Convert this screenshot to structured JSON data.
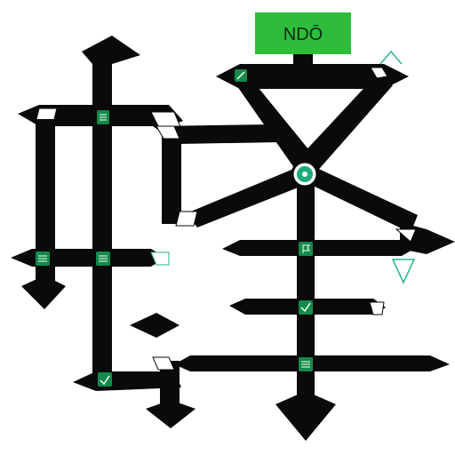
{
  "colors": {
    "background": "#ffffff",
    "line": "#0a0a0a",
    "node_fill": "#2ebd3b",
    "chip_fill": "#138a4a",
    "hub_fill": "#1faa7a",
    "accent": "#2ab38a"
  },
  "title_node": {
    "label": "NDŌ",
    "icon": "node-box"
  },
  "hub": {
    "icon": "hub-icon"
  },
  "chips": [
    {
      "name": "chip-top",
      "icon": "leaf-icon"
    },
    {
      "name": "chip-left-upper",
      "icon": "list-icon"
    },
    {
      "name": "chip-left-mid-1",
      "icon": "list-icon"
    },
    {
      "name": "chip-left-mid-2",
      "icon": "list-icon"
    },
    {
      "name": "chip-bottom-left",
      "icon": "check-icon"
    },
    {
      "name": "chip-right-1",
      "icon": "flag-icon"
    },
    {
      "name": "chip-right-2",
      "icon": "check-icon"
    },
    {
      "name": "chip-right-3",
      "icon": "list-icon"
    }
  ],
  "markers": [
    {
      "name": "chevron-marker",
      "icon": "chevron-icon"
    },
    {
      "name": "triangle-marker",
      "icon": "triangle-icon"
    }
  ]
}
